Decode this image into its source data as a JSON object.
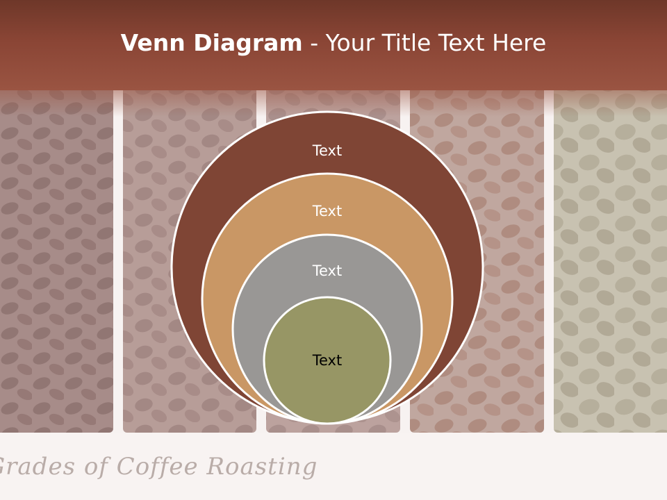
{
  "header": {
    "title_bold": "Venn Diagram",
    "title_rest": " - Your Title Text Here"
  },
  "diagram": {
    "rings": [
      {
        "label": "Text",
        "color": "#7f4535",
        "text_color": "#ffffff"
      },
      {
        "label": "Text",
        "color": "#c99765",
        "text_color": "#ffffff"
      },
      {
        "label": "Text",
        "color": "#999795",
        "text_color": "#ffffff"
      },
      {
        "label": "Text",
        "color": "#979665",
        "text_color": "#000000"
      }
    ]
  },
  "footer": {
    "script_text": "Grades of Coffee Roasting"
  },
  "colors": {
    "header": "#8a4535",
    "background": "#f7f2f1",
    "ring_stroke": "#ffffff"
  }
}
